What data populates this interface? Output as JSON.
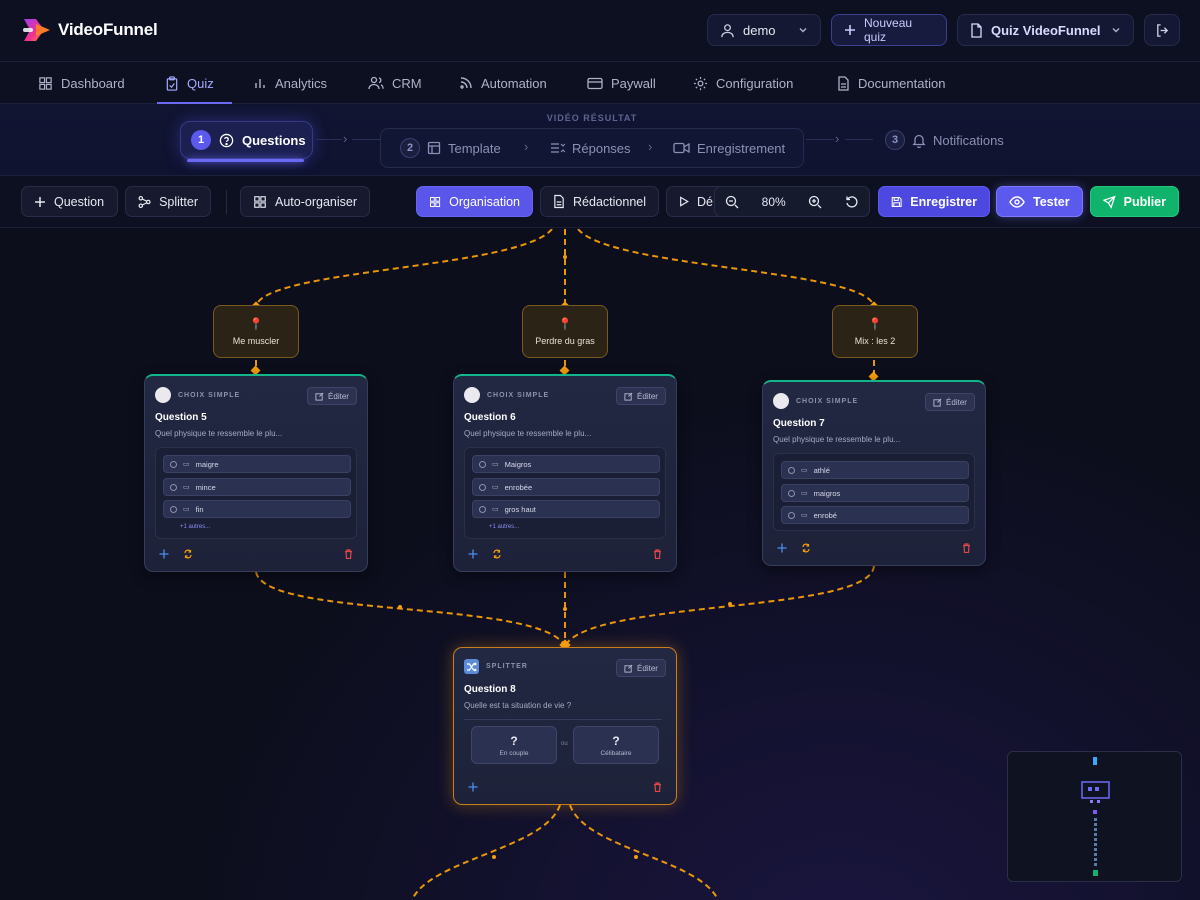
{
  "app": {
    "name": "VideoFunnel"
  },
  "header": {
    "user_label": "demo",
    "new_quiz_label": "Nouveau quiz",
    "quiz_selector_label": "Quiz VideoFunnel"
  },
  "nav": {
    "items": [
      {
        "label": "Dashboard",
        "icon": "grid-icon"
      },
      {
        "label": "Quiz",
        "icon": "clipboard-icon",
        "active": true
      },
      {
        "label": "Analytics",
        "icon": "bar-chart-icon"
      },
      {
        "label": "CRM",
        "icon": "users-icon"
      },
      {
        "label": "Automation",
        "icon": "rss-icon"
      },
      {
        "label": "Paywall",
        "icon": "credit-card-icon"
      },
      {
        "label": "Configuration",
        "icon": "gear-icon"
      },
      {
        "label": "Documentation",
        "icon": "file-icon"
      }
    ]
  },
  "stepper": {
    "steps": [
      {
        "num": "1",
        "label": "Questions",
        "active": true
      },
      {
        "num": "2",
        "label": "Template"
      },
      {
        "label": "Réponses"
      },
      {
        "label": "Enregistrement"
      },
      {
        "num": "3",
        "label": "Notifications"
      }
    ],
    "group_label": "VIDÉO RÉSULTAT"
  },
  "toolbar": {
    "add_question": "Question",
    "splitter": "Splitter",
    "auto_organize": "Auto-organiser",
    "organisation": "Organisation",
    "redactionnel": "Rédactionnel",
    "demo_partial": "Dé",
    "zoom_level": "80%",
    "save": "Enregistrer",
    "test": "Tester",
    "publish": "Publier"
  },
  "canvas": {
    "conditions": [
      {
        "label": "Me muscler"
      },
      {
        "label": "Perdre du gras"
      },
      {
        "label": "Mix : les 2"
      }
    ],
    "questions": [
      {
        "type": "CHOIX SIMPLE",
        "title": "Question 5",
        "subtitle": "Quel physique te ressemble le plu...",
        "edit_label": "Éditer",
        "options": [
          "maigre",
          "mince",
          "fin"
        ],
        "more": "+1 autres..."
      },
      {
        "type": "CHOIX SIMPLE",
        "title": "Question 6",
        "subtitle": "Quel physique te ressemble le plu...",
        "edit_label": "Éditer",
        "options": [
          "Maigros",
          "enrobée",
          "gros haut"
        ],
        "more": "+1 autres..."
      },
      {
        "type": "CHOIX SIMPLE",
        "title": "Question 7",
        "subtitle": "Quel physique te ressemble le plu...",
        "edit_label": "Éditer",
        "options": [
          "athlé",
          "maigros",
          "enrobé"
        ]
      }
    ],
    "splitter": {
      "type": "SPLITTER",
      "title": "Question 8",
      "subtitle": "Quelle est ta situation de vie ?",
      "edit_label": "Éditer",
      "branches": [
        {
          "mark": "?",
          "label": "En couple"
        },
        {
          "mark": "?",
          "label": "Célibataire"
        }
      ],
      "or_label": "ou"
    }
  },
  "colors": {
    "accent": "#5c59ee",
    "edge": "#f59e0b",
    "publish": "#10b36b",
    "card_top": "#12b58a",
    "delete": "#e04848"
  }
}
